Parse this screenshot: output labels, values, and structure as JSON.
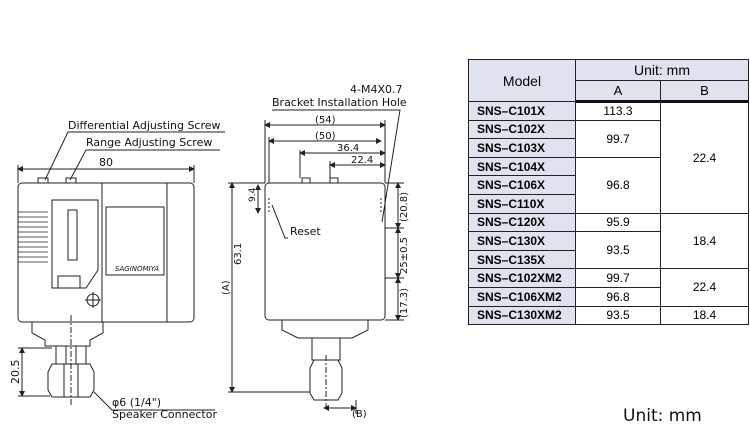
{
  "labels": {
    "differential": "Differential Adjusting Screw",
    "range": "Range Adjusting Screw",
    "width": "80",
    "fitting_height": "20.5",
    "connector_size": "φ6 (1/4\")",
    "connector": "Speaker Connector",
    "hole_spec": "4-M4X0.7",
    "hole": "Bracket Installation Hole",
    "reset": "Reset",
    "d54": "(54)",
    "d50": "(50)",
    "d364": "36.4",
    "d224": "22.4",
    "h631": "63.1",
    "hA": "(A)",
    "d94": "9.4",
    "d208": "(20.8)",
    "d25": "25±0.5",
    "d173": "(17.3)",
    "dB": "(B)",
    "brand": "SAGINOMIYA"
  },
  "table": {
    "model_header": "Model",
    "unit_header": "Unit: mm",
    "col_a": "A",
    "col_b": "B",
    "models": [
      "SNS–C101X",
      "SNS–C102X",
      "SNS–C103X",
      "SNS–C104X",
      "SNS–C106X",
      "SNS–C110X",
      "SNS–C120X",
      "SNS–C130X",
      "SNS–C135X",
      "SNS–C102XM2",
      "SNS–C106XM2",
      "SNS–C130XM2"
    ],
    "a_values": [
      "113.3",
      "99.7",
      "96.8",
      "95.9",
      "93.5",
      "99.7",
      "96.8",
      "93.5"
    ],
    "b_values": [
      "22.4",
      "18.4",
      "22.4",
      "18.4"
    ]
  },
  "unit_note": "Unit: mm"
}
